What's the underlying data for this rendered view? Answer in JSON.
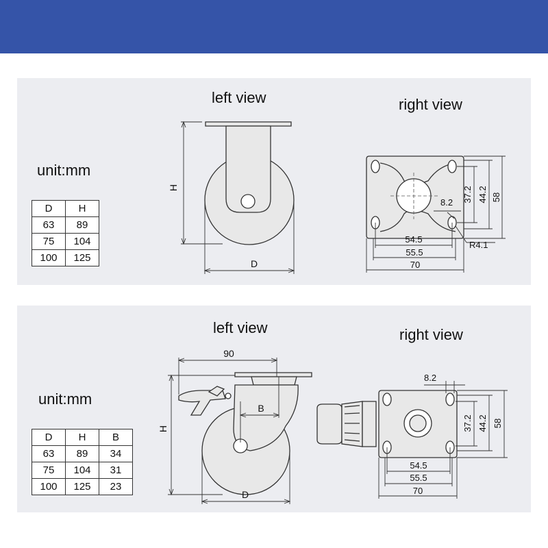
{
  "panels": {
    "fixed": {
      "left_title": "left view",
      "right_title": "right view",
      "unit": "unit:mm",
      "table": {
        "headers": [
          "D",
          "H"
        ],
        "rows": [
          [
            "63",
            "89"
          ],
          [
            "75",
            "104"
          ],
          [
            "100",
            "125"
          ]
        ]
      },
      "left_dims": {
        "h": "H",
        "d": "D"
      },
      "right_dims": {
        "a": "54.5",
        "b": "55.5",
        "c": "70",
        "hole": "8.2",
        "v1": "37.2",
        "v2": "44.2",
        "v3": "58",
        "radius": "R4.1"
      }
    },
    "brake": {
      "left_title": "left view",
      "right_title": "right view",
      "unit": "unit:mm",
      "table": {
        "headers": [
          "D",
          "H",
          "B"
        ],
        "rows": [
          [
            "63",
            "89",
            "34"
          ],
          [
            "75",
            "104",
            "31"
          ],
          [
            "100",
            "125",
            "23"
          ]
        ]
      },
      "left_dims": {
        "width": "90",
        "h": "H",
        "b": "B",
        "d": "D"
      },
      "right_dims": {
        "hole": "8.2",
        "a": "54.5",
        "b": "55.5",
        "c": "70",
        "v1": "37.2",
        "v2": "44.2",
        "v3": "58"
      }
    }
  },
  "colors": {
    "banner": "#3554a8",
    "panel_bg": "#ecedf1",
    "line": "#333333"
  }
}
